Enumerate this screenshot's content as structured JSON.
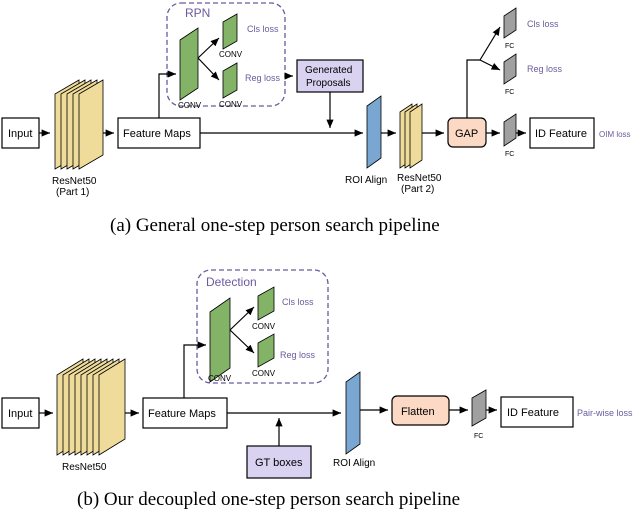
{
  "top": {
    "rpn_label": "RPN",
    "input": "Input",
    "feature_maps": "Feature Maps",
    "backbone1": "ResNet50",
    "backbone1_part": "(Part 1)",
    "conv": "CONV",
    "cls_loss": "Cls loss",
    "reg_loss": "Reg loss",
    "generated_proposals_1": "Generated",
    "generated_proposals_2": "Proposals",
    "roi_align": "ROI Align",
    "backbone2": "ResNet50",
    "backbone2_part": "(Part 2)",
    "gap": "GAP",
    "fc": "FC",
    "head_cls_loss": "Cls loss",
    "head_reg_loss": "Reg loss",
    "id_feature": "ID Feature",
    "oim_loss": "OIM loss",
    "caption": "(a)  General one-step person search pipeline"
  },
  "bottom": {
    "detection_label": "Detection",
    "input": "Input",
    "feature_maps": "Feature Maps",
    "backbone": "ResNet50",
    "conv": "CONV",
    "cls_loss": "Cls loss",
    "reg_loss": "Reg loss",
    "gt_boxes": "GT boxes",
    "roi_align": "ROI Align",
    "flatten": "Flatten",
    "fc": "FC",
    "id_feature": "ID Feature",
    "pairwise_loss": "Pair-wise loss",
    "caption": "(b)  Our decoupled one-step person search pipeline"
  },
  "colors": {
    "backbone": "#f0dc9a",
    "conv": "#82b366",
    "roi": "#7aa6d2",
    "fc": "#a0a0a0",
    "proposal_box": "#d9d2f0",
    "gap_box": "#fcd9c4",
    "dashed": "#6a5a9e",
    "loss_text": "#6a5a9e"
  }
}
